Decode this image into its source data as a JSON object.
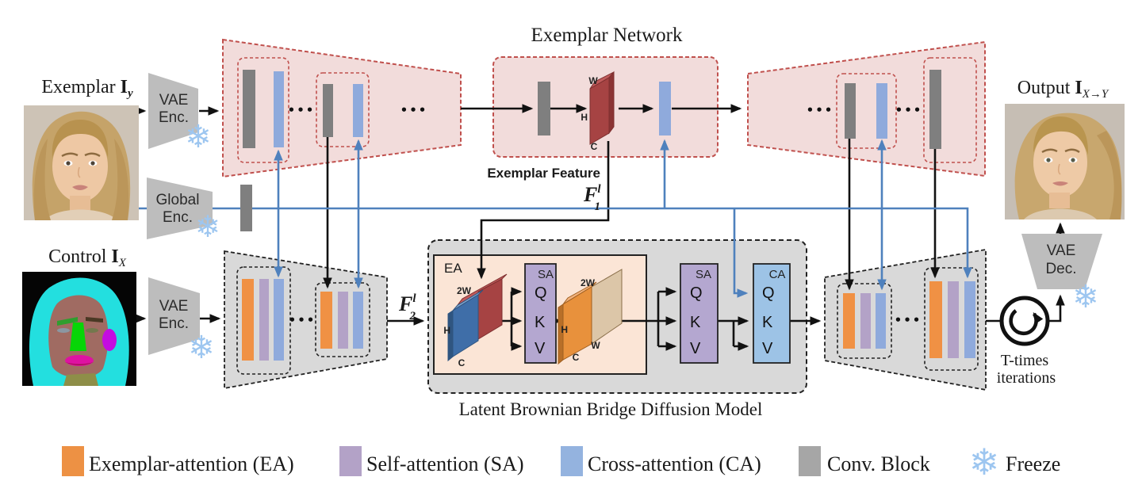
{
  "labels": {
    "exemplar": {
      "prefix": "Exemplar",
      "var": "I",
      "sub": "y"
    },
    "control": {
      "prefix": "Control",
      "var": "I",
      "sub": "X"
    },
    "output": {
      "prefix": "Output",
      "var": "I",
      "sub": "X→Y"
    },
    "vae": "VAE",
    "enc": "Enc.",
    "dec": "Dec.",
    "global": "Global",
    "exemplar_network": "Exemplar Network",
    "exemplar_feature": "Exemplar Feature",
    "f1": {
      "base": "F",
      "sup": "l",
      "sub": "1"
    },
    "f2": {
      "base": "F",
      "sup": "l",
      "sub": "2"
    },
    "lbbdm": "Latent Brownian Bridge Diffusion Model",
    "ea": "EA",
    "sa": "SA",
    "ca": "CA",
    "q": "Q",
    "k": "K",
    "v": "V",
    "dims": {
      "w": "W",
      "h": "H",
      "c": "C",
      "w2": "2W"
    },
    "t1": "T-times",
    "t2": "iterations",
    "dots": "•••",
    "snowflake": "❄"
  },
  "legend": {
    "items": [
      {
        "label": "Exemplar-attention (EA)",
        "color": "#ED9144"
      },
      {
        "label": "Self-attention (SA)",
        "color": "#B3A2C7"
      },
      {
        "label": "Cross-attention (CA)",
        "color": "#94B3DF"
      },
      {
        "label": "Conv. Block",
        "color": "#A6A6A6"
      }
    ],
    "freeze": "Freeze"
  },
  "palette": {
    "pink_fill": "#F2DCDB",
    "pink_border": "#C0504D",
    "gray_fill": "#D9D9D9",
    "peach_fill": "#FBE5D6",
    "orange_bar": "#F09144",
    "purple_bar": "#B3A2C7",
    "blue_bar": "#8FAADC",
    "gray_bar": "#7F7F7F",
    "sa_fill": "#B4A7D0",
    "ca_fill": "#9DC3E6",
    "blue_line": "#4F81BD",
    "red_slab": "#A64343",
    "blue_slab": "#3F6EA8",
    "tan_slab": "#DCC6A8",
    "snowflake": "#9DC6F0"
  }
}
